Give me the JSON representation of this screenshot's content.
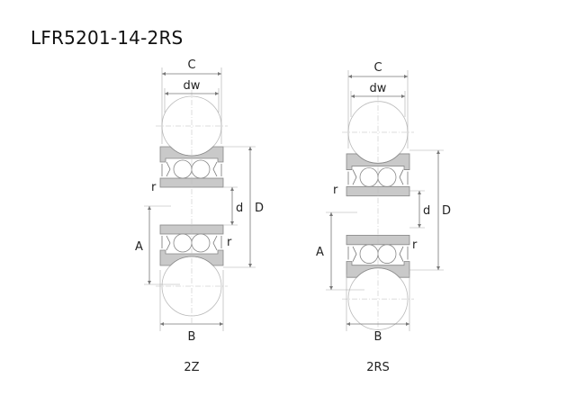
{
  "title": "LFR5201-14-2RS",
  "left": {
    "C": "C",
    "dw": "dw",
    "r_top": "r",
    "r_bottom": "r",
    "d": "d",
    "D": "D",
    "A": "A",
    "B": "B",
    "caption": "2Z"
  },
  "right": {
    "C": "C",
    "dw": "dw",
    "r_top": "r",
    "r_bottom": "r",
    "d": "d",
    "D": "D",
    "A": "A",
    "B": "B",
    "caption": "2RS"
  },
  "colors": {
    "ring": "#c9c9c9",
    "line": "#777777"
  }
}
